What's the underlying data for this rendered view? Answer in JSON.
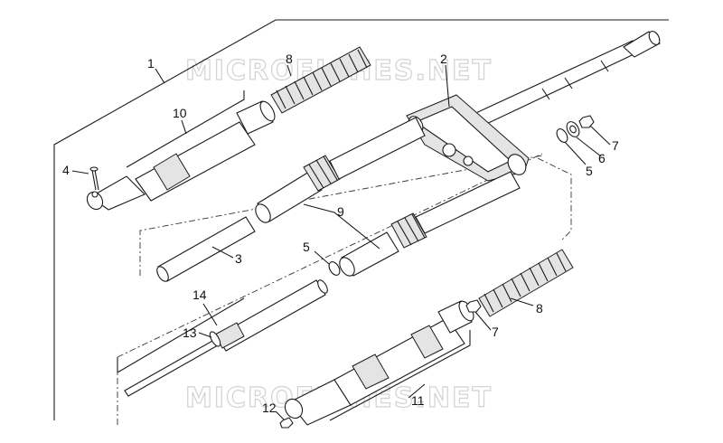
{
  "watermark": "MICROFICHES.NET",
  "callouts": {
    "c1": "1",
    "c2": "2",
    "c3": "3",
    "c4": "4",
    "c5a": "5",
    "c5b": "5",
    "c6": "6",
    "c7a": "7",
    "c7b": "7",
    "c8a": "8",
    "c8b": "8",
    "c9": "9",
    "c10": "10",
    "c11": "11",
    "c12": "12",
    "c13": "13",
    "c14": "14"
  },
  "colors": {
    "line": "#1a1a1a",
    "fill_shade": "#e4e4e4",
    "watermark": "#d2d2d2"
  }
}
